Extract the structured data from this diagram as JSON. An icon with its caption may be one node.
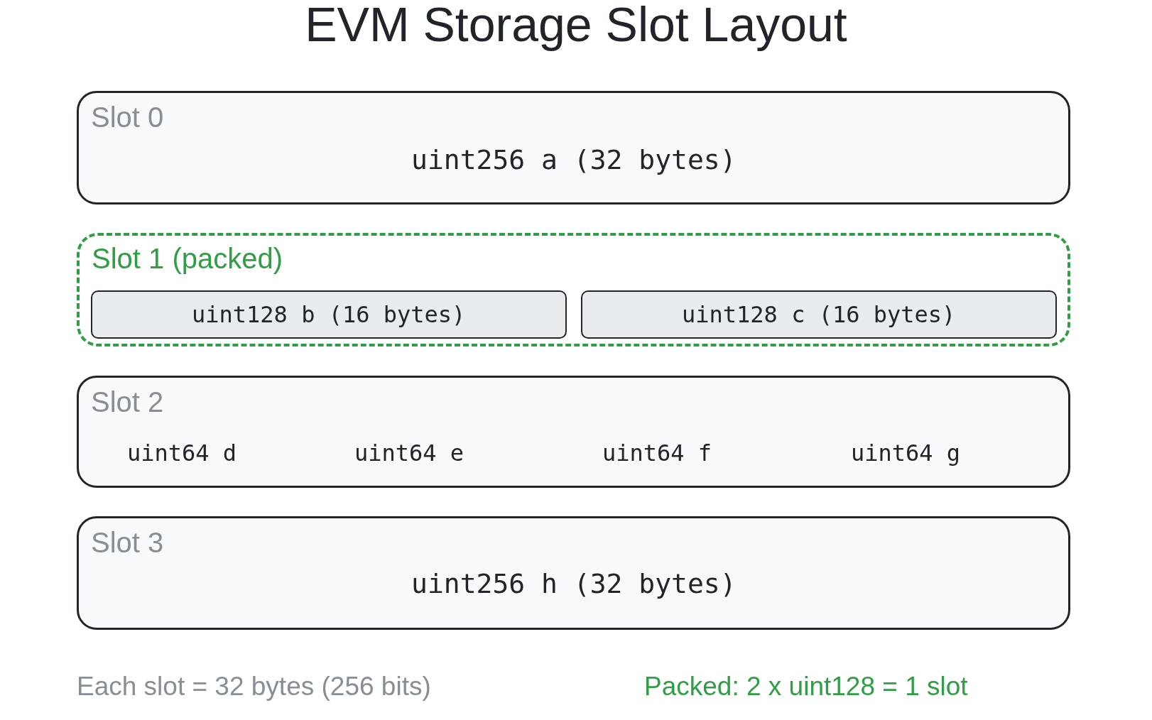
{
  "diagram": {
    "title": "EVM Storage Slot Layout",
    "nodes": [
      {
        "text": [
          "Slot 0",
          "uint256 a (32 bytes)"
        ]
      },
      {
        "text": [
          "Slot 1 (packed)"
        ]
      },
      {
        "text": [
          "uint128 b (16 bytes)"
        ],
        "in": 1
      },
      {
        "text": [
          "uint128 c (16 bytes)"
        ],
        "in": 1
      },
      {
        "text": [
          "Slot 2",
          "uint64 d",
          "uint64 e",
          "uint64 f",
          "uint64 g"
        ]
      },
      {
        "text": [
          "Slot 3",
          "uint256 h (32 bytes)"
        ]
      }
    ],
    "labels": [
      "Each slot = 32 bytes (256 bits)",
      "Packed: 2 x uint128 = 1 slot"
    ]
  }
}
